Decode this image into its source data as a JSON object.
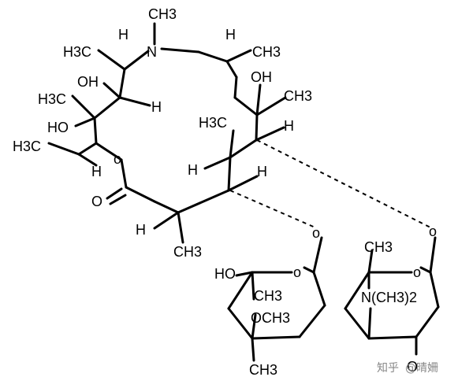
{
  "molecule": {
    "labels": {
      "ch3": "CH3",
      "h": "H",
      "h3c": "H3C",
      "oh": "OH",
      "ho": "HO",
      "n": "N",
      "o": "O",
      "och3": "OCH3",
      "nme2": "N(CH3)2",
      "ring_o": "o"
    }
  },
  "watermark": {
    "site": "知乎",
    "author": "@晴姍"
  }
}
